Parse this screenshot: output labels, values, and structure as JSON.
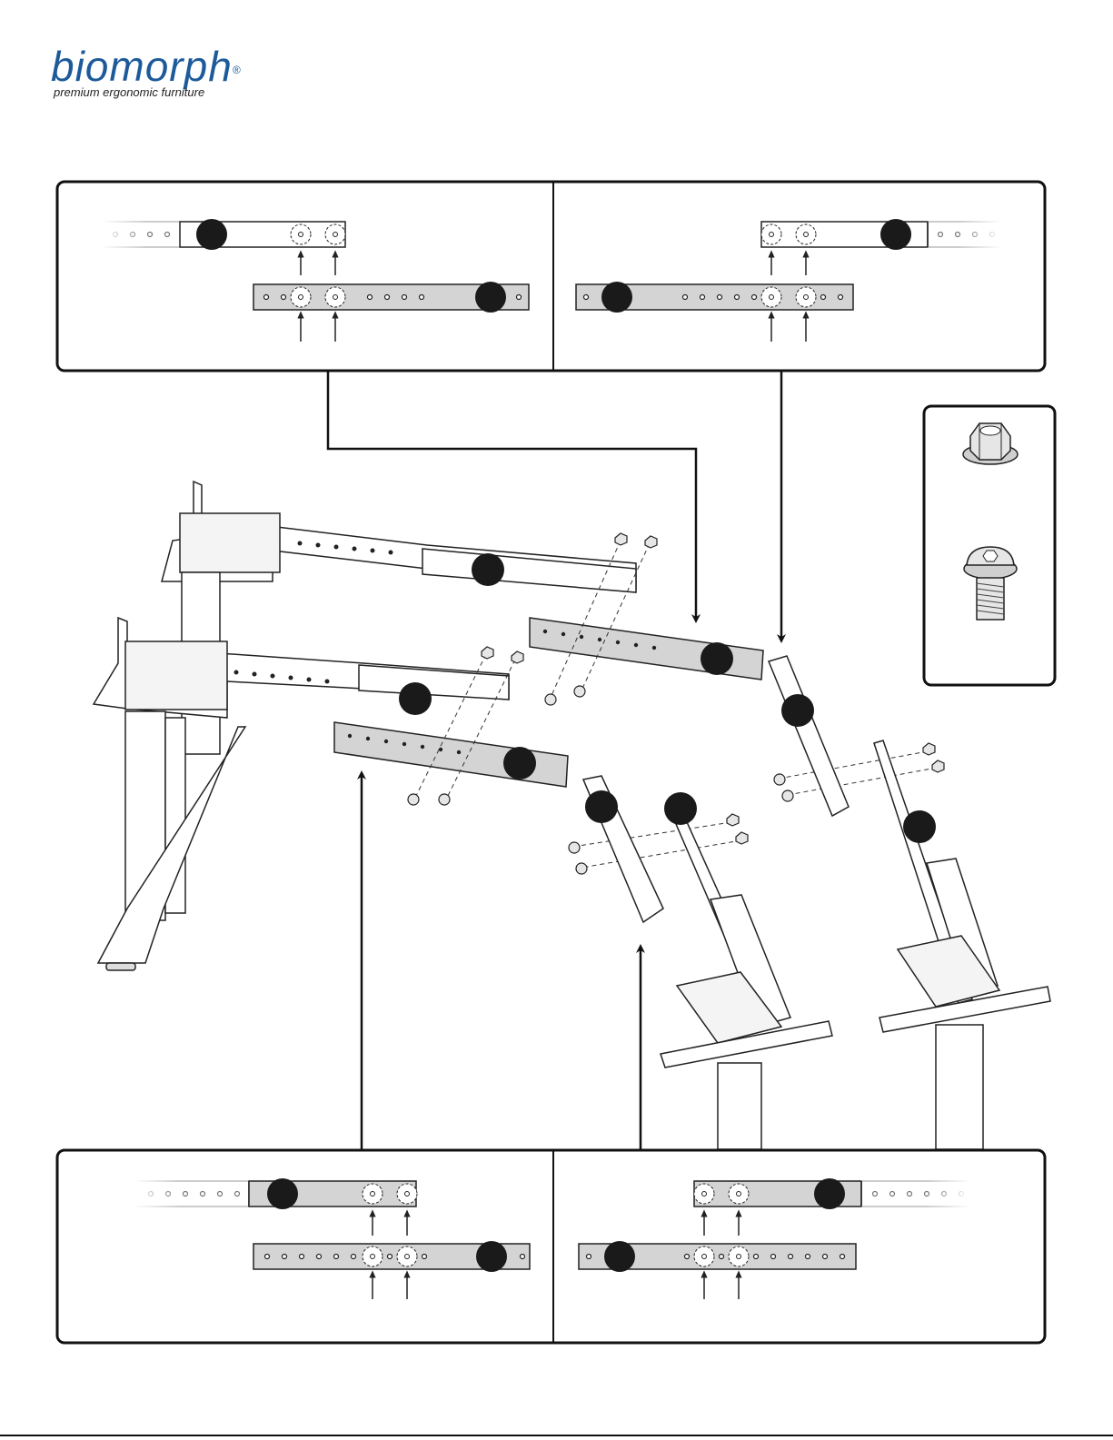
{
  "logo": {
    "brand": "biomorph",
    "registered": "®",
    "tagline": "premium ergonomic furniture"
  },
  "colors": {
    "brand": "#1d5a9a",
    "line": "#222222",
    "plate_fill": "#d4d4d4",
    "marker": "#1a1a1a"
  },
  "panels": [
    {
      "id": "detail-top-left",
      "shows": "crossbar-to-extension hole alignment (left)"
    },
    {
      "id": "detail-top-right",
      "shows": "crossbar-to-extension hole alignment (right)"
    },
    {
      "id": "detail-bottom-left",
      "shows": "crossbar-to-extension hole alignment (left)"
    },
    {
      "id": "detail-bottom-right",
      "shows": "crossbar-to-extension hole alignment (right)"
    }
  ],
  "hardware_legend": [
    {
      "icon": "flange-nut-icon"
    },
    {
      "icon": "flange-bolt-icon"
    }
  ]
}
